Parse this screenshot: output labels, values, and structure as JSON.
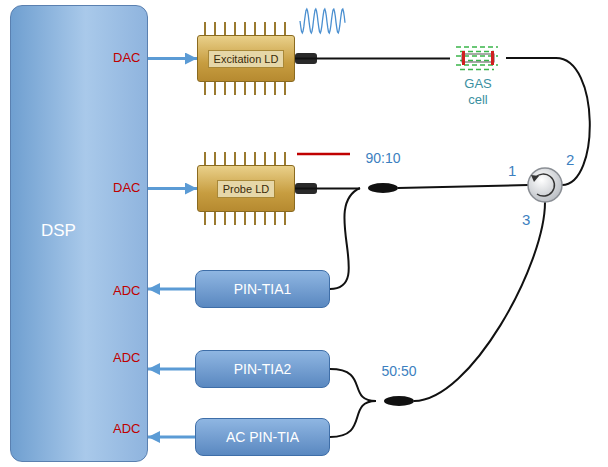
{
  "diagram": {
    "nodes": [
      {
        "text": [
          "DSP"
        ]
      },
      {
        "text": [
          "Excitation LD"
        ]
      },
      {
        "text": [
          "Probe LD"
        ]
      },
      {
        "text": [
          "PIN-TIA1"
        ]
      },
      {
        "text": [
          "PIN-TIA2"
        ]
      },
      {
        "text": [
          "AC PIN-TIA"
        ]
      },
      {
        "text": [
          "GAS cell"
        ]
      },
      {
        "text": [
          "90:10"
        ]
      },
      {
        "text": [
          "50:50"
        ]
      }
    ],
    "edges": [
      {
        "from": 0,
        "to": 1,
        "arrow": "to"
      },
      {
        "from": 0,
        "to": 2,
        "arrow": "to"
      },
      {
        "from": 3,
        "to": 0,
        "arrow": "to"
      },
      {
        "from": 4,
        "to": 0,
        "arrow": "to"
      },
      {
        "from": 5,
        "to": 0,
        "arrow": "to"
      },
      {
        "from": 1,
        "to": 6,
        "arrow": "none"
      },
      {
        "from": 2,
        "to": 7,
        "arrow": "none"
      },
      {
        "from": 7,
        "to": 3,
        "arrow": "none"
      },
      {
        "from": 8,
        "to": 4,
        "arrow": "none"
      },
      {
        "from": 8,
        "to": 5,
        "arrow": "none"
      }
    ],
    "labels": [
      "DAC",
      "DAC",
      "ADC",
      "ADC",
      "ADC",
      "1",
      "2",
      "3"
    ]
  }
}
